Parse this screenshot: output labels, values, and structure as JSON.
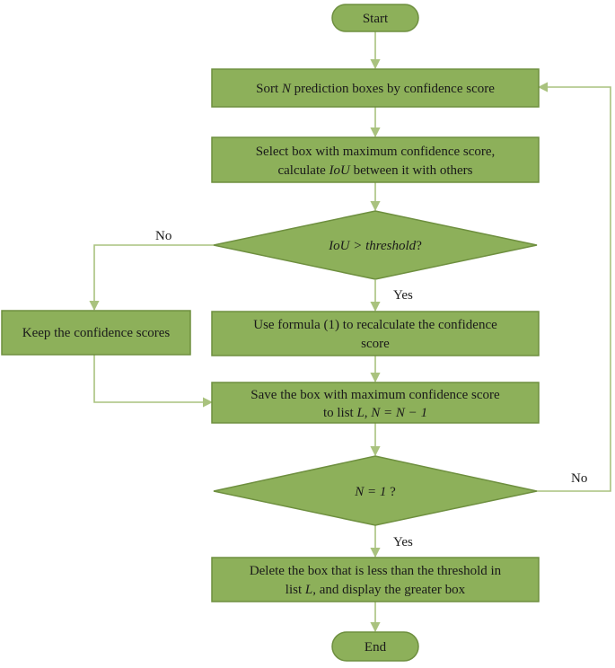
{
  "flowchart": {
    "start": "Start",
    "end": "End",
    "sort": {
      "pre": "Sort ",
      "var": "N",
      "post": " prediction boxes by confidence score"
    },
    "select": {
      "line1": "Select box with maximum confidence score,",
      "line2_pre": "calculate ",
      "line2_var": "IoU",
      "line2_post": " between it with others"
    },
    "decision1": {
      "text": "IoU  >  threshold",
      "suffix": "?"
    },
    "recalc": {
      "line1": "Use formula (1) to recalculate the confidence",
      "line2": "score"
    },
    "keep": "Keep the confidence scores",
    "save": {
      "line1": "Save the box with maximum confidence score",
      "line2_pre": "to list ",
      "line2_var_l": "L",
      "line2_mid": ", ",
      "line2_eq": "N = N − ",
      "line2_var_1": "1"
    },
    "decision2": {
      "pre": "N = 1",
      "suffix": " ?"
    },
    "delete": {
      "line1": "Delete the box that is less than the threshold in",
      "line2_pre": "list ",
      "line2_var": "L",
      "line2_post": ", and display the greater box"
    },
    "labels": {
      "no1": "No",
      "yes1": "Yes",
      "no2": "No",
      "yes2": "Yes"
    }
  }
}
